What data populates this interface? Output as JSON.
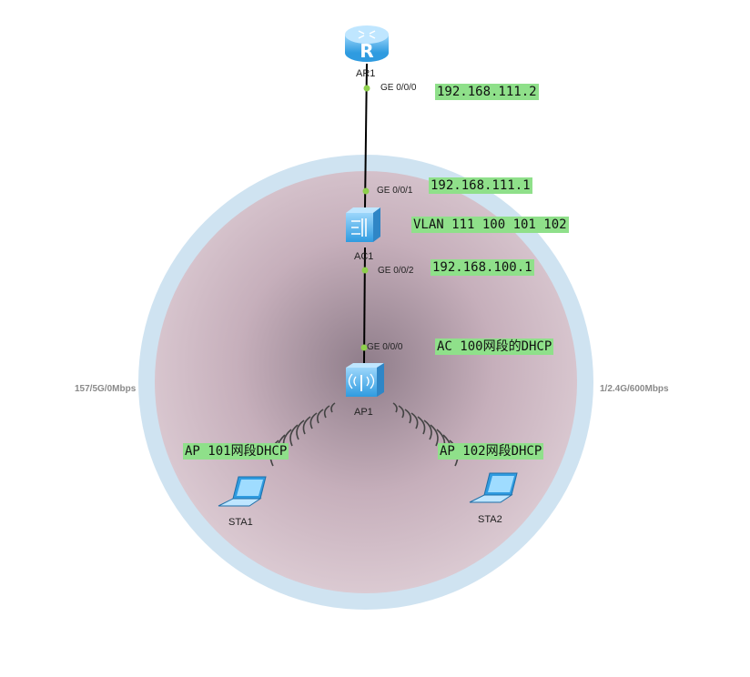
{
  "devices": {
    "ar1": "AR1",
    "ac1": "AC1",
    "ap1": "AP1",
    "sta1": "STA1",
    "sta2": "STA2"
  },
  "ports": {
    "ar1_ge000": "GE 0/0/0",
    "ac1_ge001": "GE 0/0/1",
    "ac1_ge002": "GE 0/0/2",
    "ap1_ge000": "GE 0/0/0"
  },
  "notes": {
    "ar1_ip": "192.168.111.2",
    "ac1_ip_up": "192.168.111.1",
    "ac1_vlan": "VLAN 111 100 101 102",
    "ac1_ip_down": "192.168.100.1",
    "ac_dhcp": "AC 100网段的DHCP",
    "ap_dhcp_101": "AP 101网段DHCP",
    "ap_dhcp_102": "AP 102网段DHCP"
  },
  "wireless": {
    "left_rate": "157/5G/0Mbps",
    "right_rate": "1/2.4G/600Mbps"
  },
  "colors": {
    "coverage_outer": "#cfe3f1",
    "coverage_inner_edge": "#d8c2cc",
    "coverage_center": "#8f7d8a",
    "port_dot": "#8ed04d",
    "note_bg": "#8fe08a",
    "device_blue": "#2f9be0"
  }
}
